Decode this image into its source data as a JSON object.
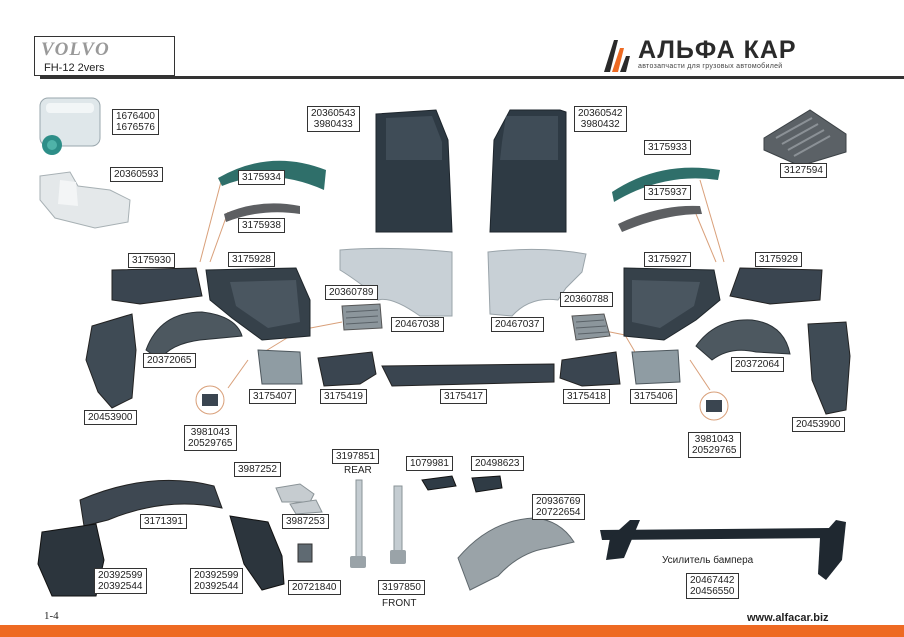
{
  "header": {
    "brand": "VOLVO",
    "model": "FH-12 2vers"
  },
  "logo": {
    "title": "АЛЬФА КАР",
    "subtitle": "автозапчасти для грузовых автомобилей"
  },
  "parts": {
    "tank_top": [
      "1676400",
      "1676576"
    ],
    "tank_bottom": "20360593",
    "door_left": [
      "20360543",
      "3980433"
    ],
    "door_right": [
      "20360542",
      "3980432"
    ],
    "step_top_right": "3127594",
    "arch_l1": "3175934",
    "arch_l2": "3175938",
    "arch_r1": "3175933",
    "arch_r2": "3175937",
    "wing_l": "3175930",
    "panel_l": "3175928",
    "panel_r": "3175927",
    "wing_r": "3175929",
    "grille_l": "20360789",
    "grille_r": "20360788",
    "door_panel_l": "20467038",
    "door_panel_r": "20467037",
    "liner_l": "20372065",
    "liner_r": "20372064",
    "mudflap_l": "20453900",
    "mudflap_r": "20453900",
    "step_l": "3175407",
    "corner_l": "3175419",
    "bumper": "3175417",
    "corner_r": "3175418",
    "step_r": "3175406",
    "lamp_l": [
      "3981043",
      "20529765"
    ],
    "lamp_r": [
      "3981043",
      "20529765"
    ],
    "bracket_a": "3987252",
    "bracket_b": "3987253",
    "shock_rear": "3197851",
    "rear_text": "REAR",
    "shock_front": "3197850",
    "front_text": "FRONT",
    "clip_a": "1079981",
    "clip_b": "20498623",
    "fender_top": "3171391",
    "guard_l": [
      "20392599",
      "20392544"
    ],
    "guard_r": [
      "20392599",
      "20392544"
    ],
    "small_bracket": "20721840",
    "fender_r": [
      "20936769",
      "20722654"
    ],
    "reinforcement_caption": "Усилитель бампера",
    "reinforcement": [
      "20467442",
      "20456550"
    ]
  },
  "footer": {
    "page": "1-4",
    "website": "www.alfacar.biz"
  },
  "colors": {
    "accent": "#ee6a22",
    "part_dark": "#3a4550",
    "part_light": "#c8d0d6",
    "teal": "#2f6f6a"
  }
}
